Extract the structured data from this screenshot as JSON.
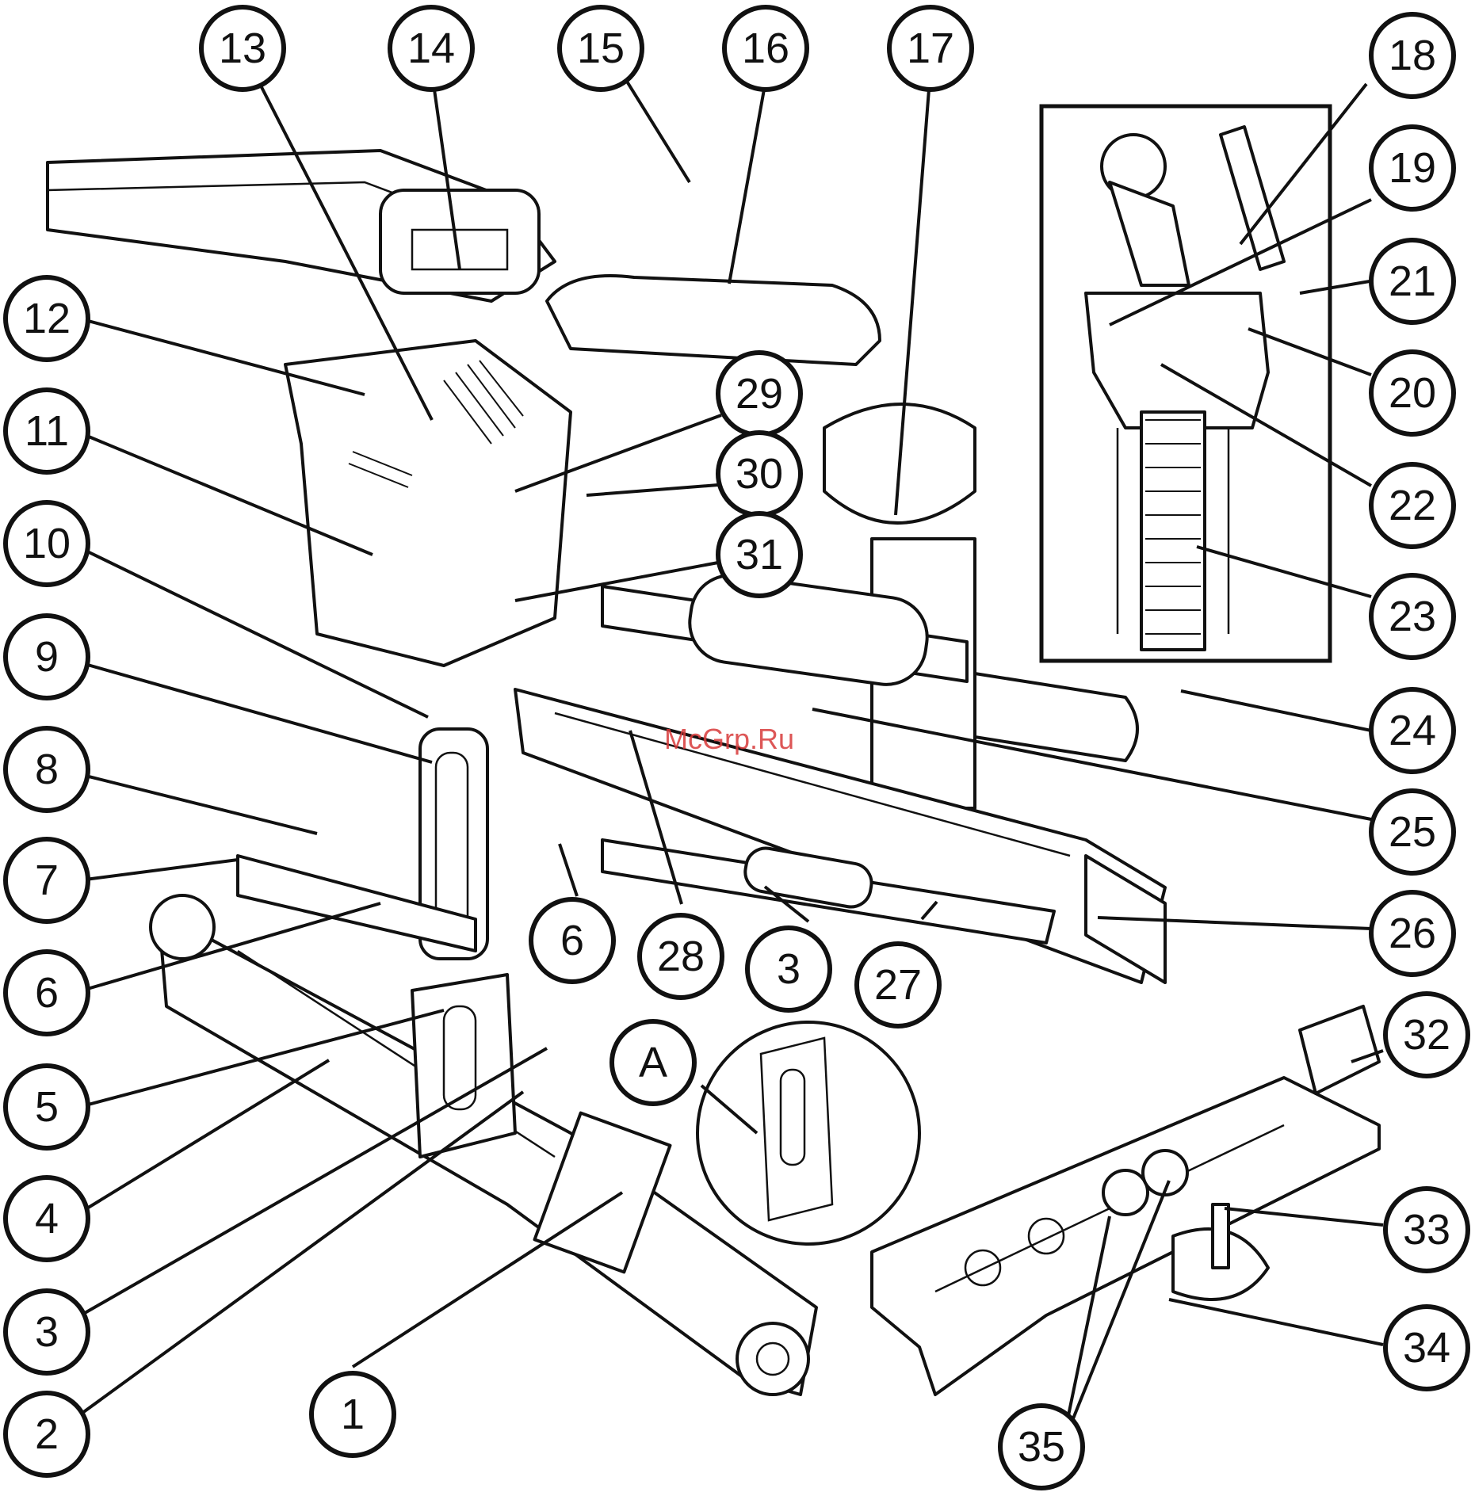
{
  "watermark": "McGrp.Ru",
  "accent_color": "#111111",
  "watermark_color": "#d83a3a",
  "callouts": {
    "c1": "1",
    "c2": "2",
    "c3a": "3",
    "c3b": "3",
    "c4": "4",
    "c5": "5",
    "c6a": "6",
    "c6b": "6",
    "c7": "7",
    "c8": "8",
    "c9": "9",
    "c10": "10",
    "c11": "11",
    "c12": "12",
    "c13": "13",
    "c14": "14",
    "c15": "15",
    "c16": "16",
    "c17": "17",
    "c18": "18",
    "c19": "19",
    "c20": "20",
    "c21": "21",
    "c22": "22",
    "c23": "23",
    "c24": "24",
    "c25": "25",
    "c26": "26",
    "c27": "27",
    "c28": "28",
    "c29": "29",
    "c30": "30",
    "c31": "31",
    "c32": "32",
    "c33": "33",
    "c34": "34",
    "c35": "35",
    "cA": "A"
  }
}
